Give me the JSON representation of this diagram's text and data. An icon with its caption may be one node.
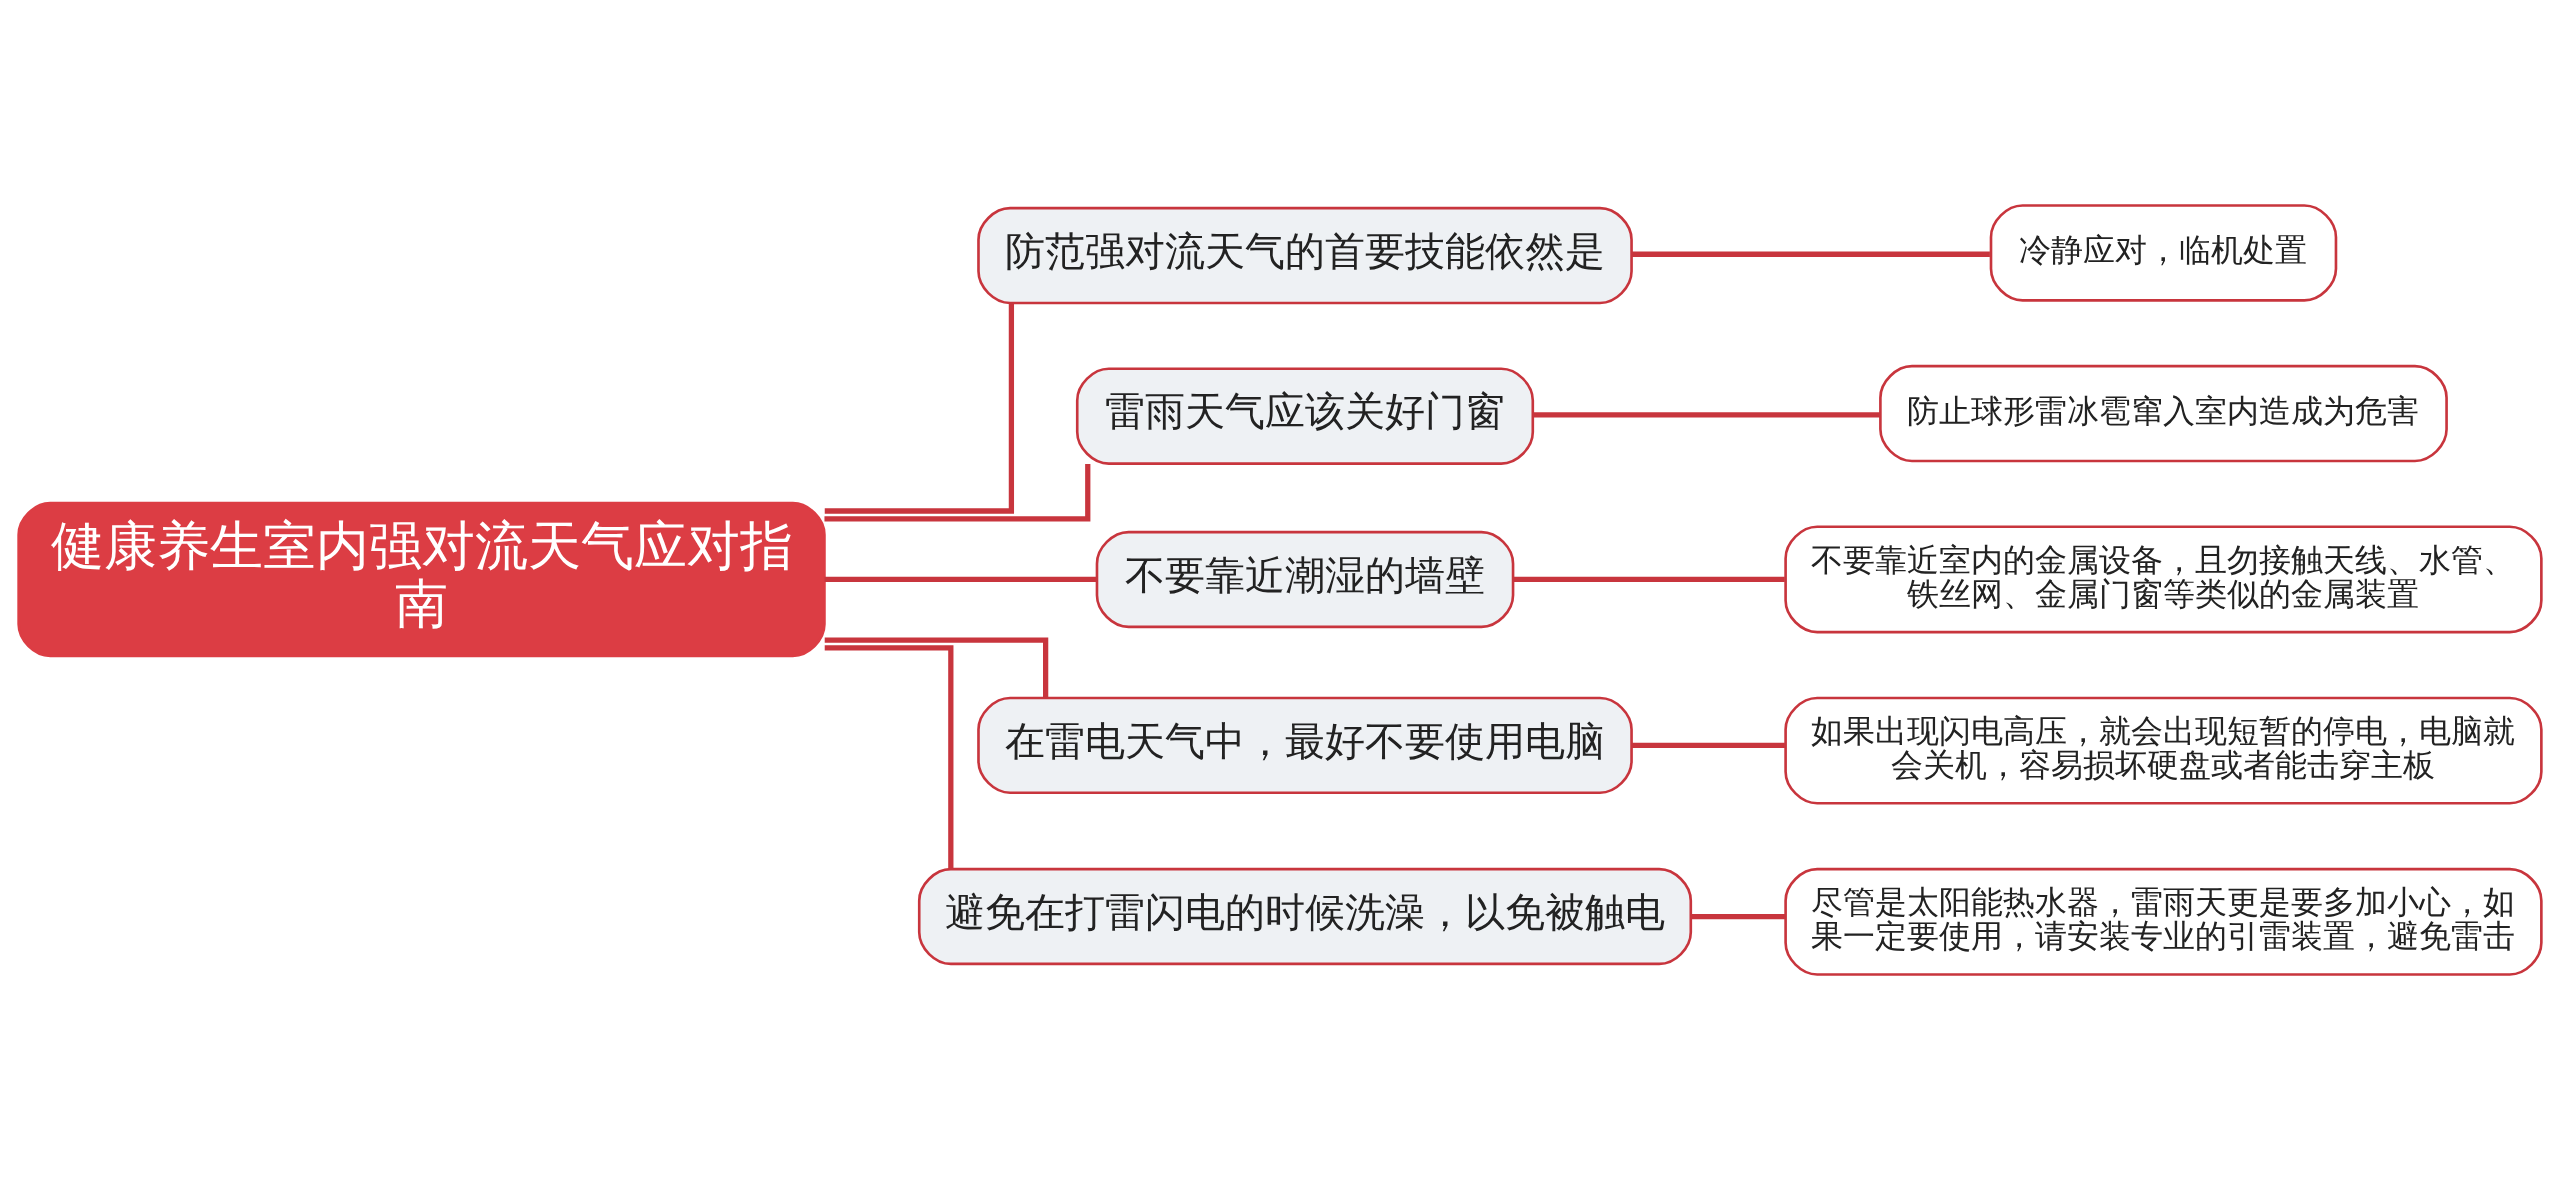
{
  "diagram": {
    "nodes": [
      {
        "text": [
          "健康养生室内强对流天气应对指南"
        ]
      },
      {
        "text": [
          "防范强对流天气的首要技能依然是"
        ]
      },
      {
        "text": [
          "雷雨天气应该关好门窗"
        ]
      },
      {
        "text": [
          "不要靠近潮湿的墙壁"
        ]
      },
      {
        "text": [
          "在雷电天气中，最好不要使用电脑"
        ]
      },
      {
        "text": [
          "避免在打雷闪电的时候洗澡，以免被触电"
        ]
      },
      {
        "text": [
          "冷静应对，临机处置"
        ]
      },
      {
        "text": [
          "防止球形雷冰雹窜入室内造成为危害"
        ]
      },
      {
        "text": [
          "不要靠近室内的金属设备，且勿接触天线、水管、铁丝网、金属门窗等类似的金属装置"
        ]
      },
      {
        "text": [
          "如果出现闪电高压，就会出现短暂的停电，电脑就会关机，容易损坏硬盘或者能击穿主板"
        ]
      },
      {
        "text": [
          "尽管是太阳能热水器，雷雨天更是要多加小心，如果一定要使用，请安装专业的引雷装置，避免雷击"
        ]
      }
    ],
    "edges": [
      {
        "from": 0,
        "to": 1,
        "arrow": "none"
      },
      {
        "from": 0,
        "to": 2,
        "arrow": "none"
      },
      {
        "from": 0,
        "to": 3,
        "arrow": "none"
      },
      {
        "from": 0,
        "to": 4,
        "arrow": "none"
      },
      {
        "from": 0,
        "to": 5,
        "arrow": "none"
      },
      {
        "from": 1,
        "to": 6,
        "arrow": "none"
      },
      {
        "from": 2,
        "to": 7,
        "arrow": "none"
      },
      {
        "from": 3,
        "to": 8,
        "arrow": "none"
      },
      {
        "from": 4,
        "to": 9,
        "arrow": "none"
      },
      {
        "from": 5,
        "to": 10,
        "arrow": "none"
      }
    ]
  }
}
